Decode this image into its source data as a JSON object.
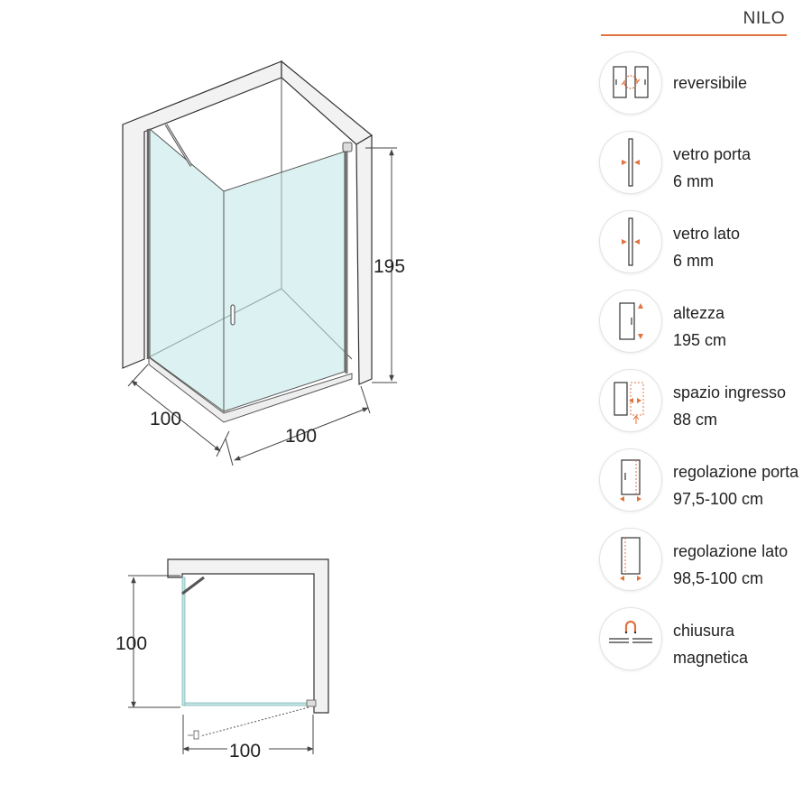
{
  "brand": {
    "name": "NILO",
    "accent_color": "#e0733f"
  },
  "dimensions": {
    "iso_height": "195",
    "iso_depth": "100",
    "iso_width": "100",
    "plan_depth": "100",
    "plan_width": "100"
  },
  "features": [
    {
      "icon": "reversible-icon",
      "line1": "reversibile",
      "line2": ""
    },
    {
      "icon": "door-glass-thickness-icon",
      "line1": "vetro porta",
      "line2": "6 mm"
    },
    {
      "icon": "side-glass-thickness-icon",
      "line1": "vetro lato",
      "line2": "6 mm"
    },
    {
      "icon": "height-icon",
      "line1": "altezza",
      "line2": "195 cm"
    },
    {
      "icon": "entry-space-icon",
      "line1": "spazio ingresso",
      "line2": "88 cm"
    },
    {
      "icon": "door-adjustment-icon",
      "line1": "regolazione porta",
      "line2": "97,5-100 cm"
    },
    {
      "icon": "side-adjustment-icon",
      "line1": "regolazione lato",
      "line2": "98,5-100 cm"
    },
    {
      "icon": "magnetic-closure-icon",
      "line1": "chiusura",
      "line2": "magnetica"
    }
  ]
}
